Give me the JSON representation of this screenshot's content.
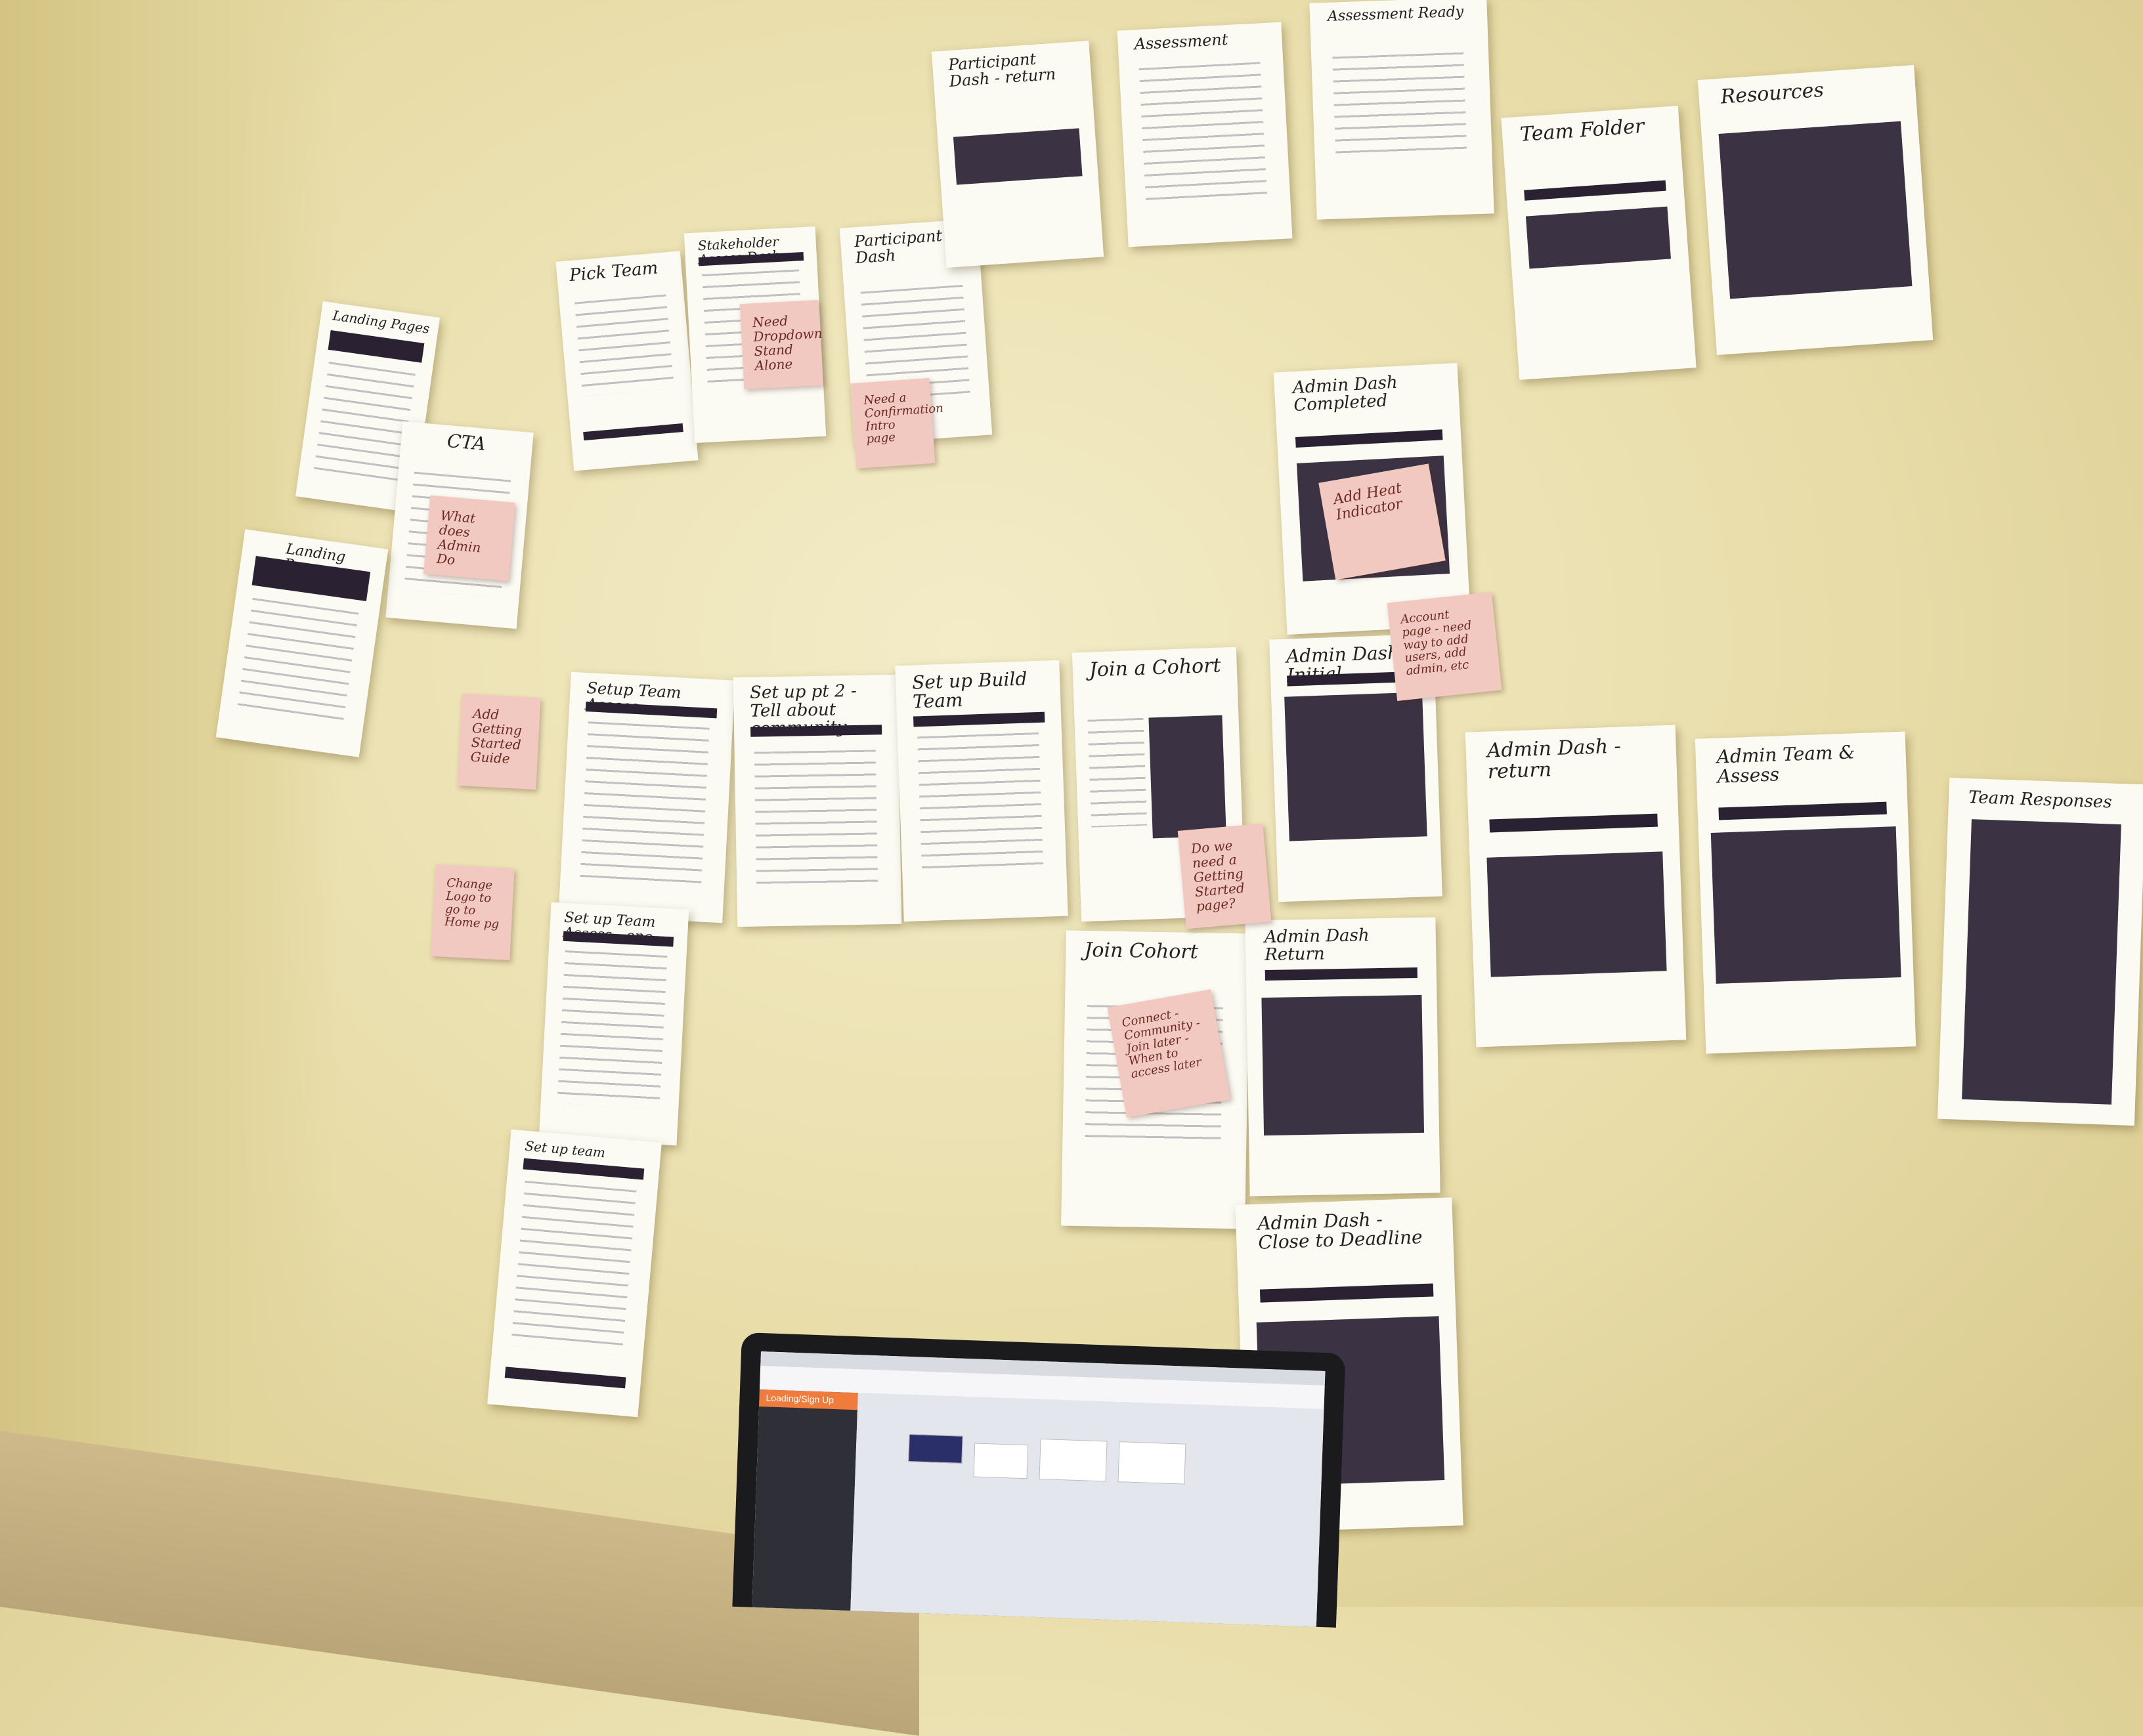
{
  "photo": {
    "description_tags": [
      "wall",
      "printed-wireframes",
      "sticky-notes",
      "laptop"
    ]
  },
  "sheets": [
    {
      "label": "Landing Pages"
    },
    {
      "label": "CTA"
    },
    {
      "label": "Landing Pages"
    },
    {
      "label": "Pick Team"
    },
    {
      "label": "Stakeholder Assess Dash"
    },
    {
      "label": "Participant Dash"
    },
    {
      "label": "Participant Dash - return"
    },
    {
      "label": "Assessment"
    },
    {
      "label": "Assessment Ready"
    },
    {
      "label": "Team Folder"
    },
    {
      "label": "Resources"
    },
    {
      "label": "Admin Dash Completed"
    },
    {
      "label": "Setup Team Assess"
    },
    {
      "label": "Set up pt 2 - Tell about community"
    },
    {
      "label": "Set up Build Team"
    },
    {
      "label": "Join a Cohort"
    },
    {
      "label": "Admin Dash - Initial"
    },
    {
      "label": "Admin Dash - return"
    },
    {
      "label": "Admin Team & Assess"
    },
    {
      "label": "Team Responses"
    },
    {
      "label": "Set up Team Assess - one"
    },
    {
      "label": "Join Cohort"
    },
    {
      "label": "Admin Dash Return"
    },
    {
      "label": "Set up team"
    },
    {
      "label": "Admin Dash - Close to Deadline"
    }
  ],
  "stickies": [
    {
      "text": "Need Dropdown Stand Alone"
    },
    {
      "text": "Need a Confirmation Intro page"
    },
    {
      "text": "What does Admin Do"
    },
    {
      "text": "Add Heat Indicator"
    },
    {
      "text": "Account page - need way to add users, add admin, etc"
    },
    {
      "text": "Add Getting Started Guide"
    },
    {
      "text": "Change Logo to go to Home pg"
    },
    {
      "text": "Do we need a Getting Started page?"
    },
    {
      "text": "Connect - Community - Join later - When to access later"
    }
  ],
  "laptop": {
    "panel_title": "Loading/Sign Up"
  }
}
